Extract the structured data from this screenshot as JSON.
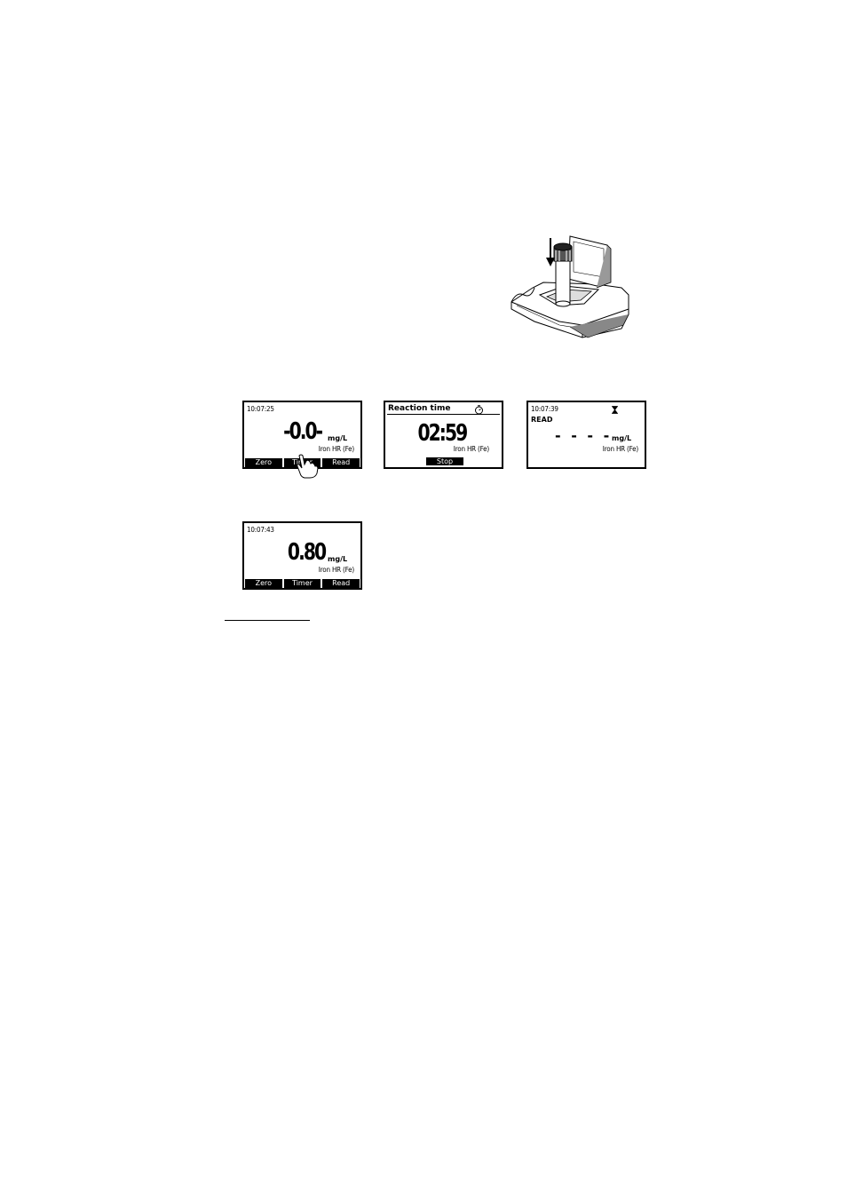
{
  "screens": [
    {
      "time": "10:07:25",
      "value": "-0.0-",
      "unit": "mg/L",
      "method": "Iron HR (Fe)",
      "buttons": [
        "Zero",
        "Timer",
        "Read"
      ]
    },
    {
      "title": "Reaction time",
      "value": "02:59",
      "method": "Iron HR (Fe)",
      "button": "Stop",
      "icon": "stopwatch-icon"
    },
    {
      "time": "10:07:39",
      "status": "READ",
      "value": "- - - -",
      "unit": "mg/L",
      "method": "Iron HR (Fe)",
      "icon": "hourglass-icon"
    },
    {
      "time": "10:07:43",
      "value": "0.80",
      "unit": "mg/L",
      "method": "Iron HR (Fe)",
      "buttons": [
        "Zero",
        "Timer",
        "Read"
      ]
    }
  ]
}
